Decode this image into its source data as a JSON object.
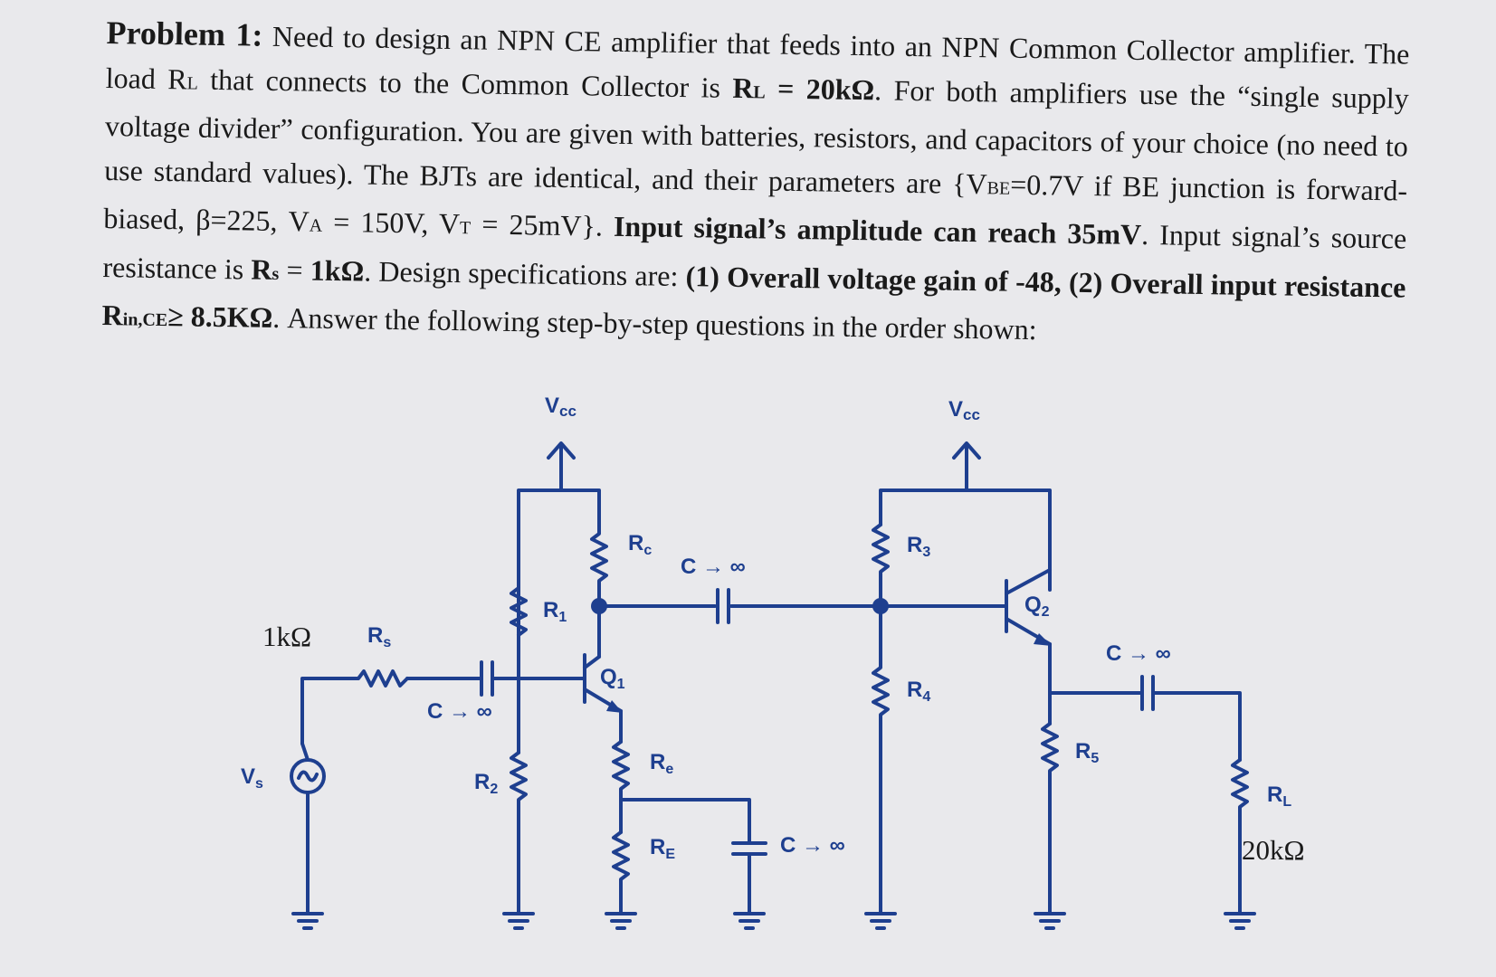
{
  "problem": {
    "heading": "Problem 1:",
    "s1": " Need to design an NPN CE amplifier that feeds into an NPN Common Collector amplifier. The load R",
    "s1_sub": "L",
    "s2": " that connects to the Common Collector is ",
    "rl_r": "R",
    "rl_sub": "L",
    "rl_val": " = 20kΩ",
    "s3": ". For both amplifiers use the “single supply voltage divider” configuration. You are given with batteries, resistors, and capacitors of your choice (no need to use standard values). The BJTs are identical, and their parameters are {V",
    "vbe_sub": "BE",
    "s4": "=0.7V if BE junction is forward-biased, β=225, V",
    "va_sub": "A",
    "s5": " = 150V, V",
    "vt_sub": "T",
    "s6": " = 25mV}. ",
    "b1": "Input signal’s amplitude can reach 35mV",
    "s7": ". Input signal’s source resistance is ",
    "rs_r": "R",
    "rs_sub": "s",
    "s8": " = ",
    "rs_val": "1kΩ",
    "s9": ". Design specifications are: ",
    "b2": "(1) Overall voltage gain of -48, (2) Overall input resistance R",
    "rin_sub": "in,CE",
    "b3": "≥ 8.5KΩ",
    "s10": ". Answer the following step-by-step questions in the order shown:"
  },
  "schematic": {
    "vcc1": "V",
    "vcc1_sub": "cc",
    "vcc2": "V",
    "vcc2_sub": "cc",
    "rs_value": "1kΩ",
    "rs_label": "R",
    "rs_label_sub": "s",
    "vs_label": "V",
    "vs_label_sub": "s",
    "cin_label": "C → ∞",
    "r1_label": "R",
    "r1_sub": "1",
    "r2_label": "R",
    "r2_sub": "2",
    "rc_label": "R",
    "rc_sub": "c",
    "q1_label": "Q",
    "q1_sub": "1",
    "re_label": "R",
    "re_sub": "e",
    "rE_label": "R",
    "rE_sub": "E",
    "cbypass_label": "C → ∞",
    "ccouple_label": "C → ∞",
    "r3_label": "R",
    "r3_sub": "3",
    "r4_label": "R",
    "r4_sub": "4",
    "q2_label": "Q",
    "q2_sub": "2",
    "r5_label": "R",
    "r5_sub": "5",
    "cout_label": "C → ∞",
    "rl_label": "R",
    "rl_sub": "L",
    "rl_value": "20kΩ"
  },
  "colors": {
    "wire": "#1e3f8f",
    "text": "#1a1a1a",
    "background": "#e9e9ec"
  }
}
